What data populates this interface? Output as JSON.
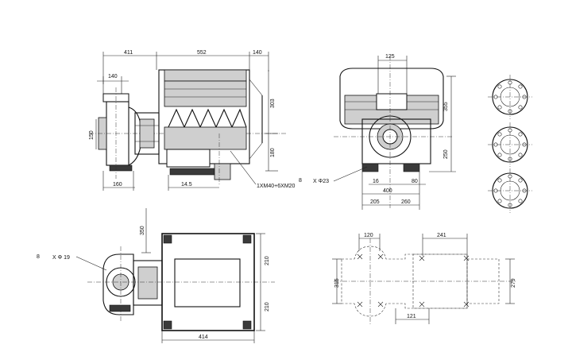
{
  "dimensions": {
    "side_view": {
      "overall_left": "411",
      "motor_length": "552",
      "right_extension": "140",
      "pump_port_offset": "140",
      "port_height": "150",
      "motor_top_height": "303",
      "shaft_height": "180",
      "foot_width": "160",
      "foot_offset": "14.5",
      "cable_entries": "1XM40+6XM20"
    },
    "end_view": {
      "top_width": "125",
      "top_height": "355",
      "shaft_height": "250",
      "bolt_note_count": "8",
      "bolt_note_size": "X Φ23",
      "foot_hole_16": "16",
      "foot_hole_80": "80",
      "foot_spacing": "400",
      "half_left": "205",
      "half_right": "260"
    },
    "plan_view": {
      "bolt_note_count": "8",
      "bolt_note_size": "X Φ 19",
      "pipe_height": "350",
      "half_top": "210",
      "half_bottom": "210",
      "length": "414"
    },
    "foundation_view": {
      "left_spacing": "120",
      "right_spacing": "241",
      "height": "315",
      "right_height": "279",
      "bottom_spacing": "121"
    }
  }
}
